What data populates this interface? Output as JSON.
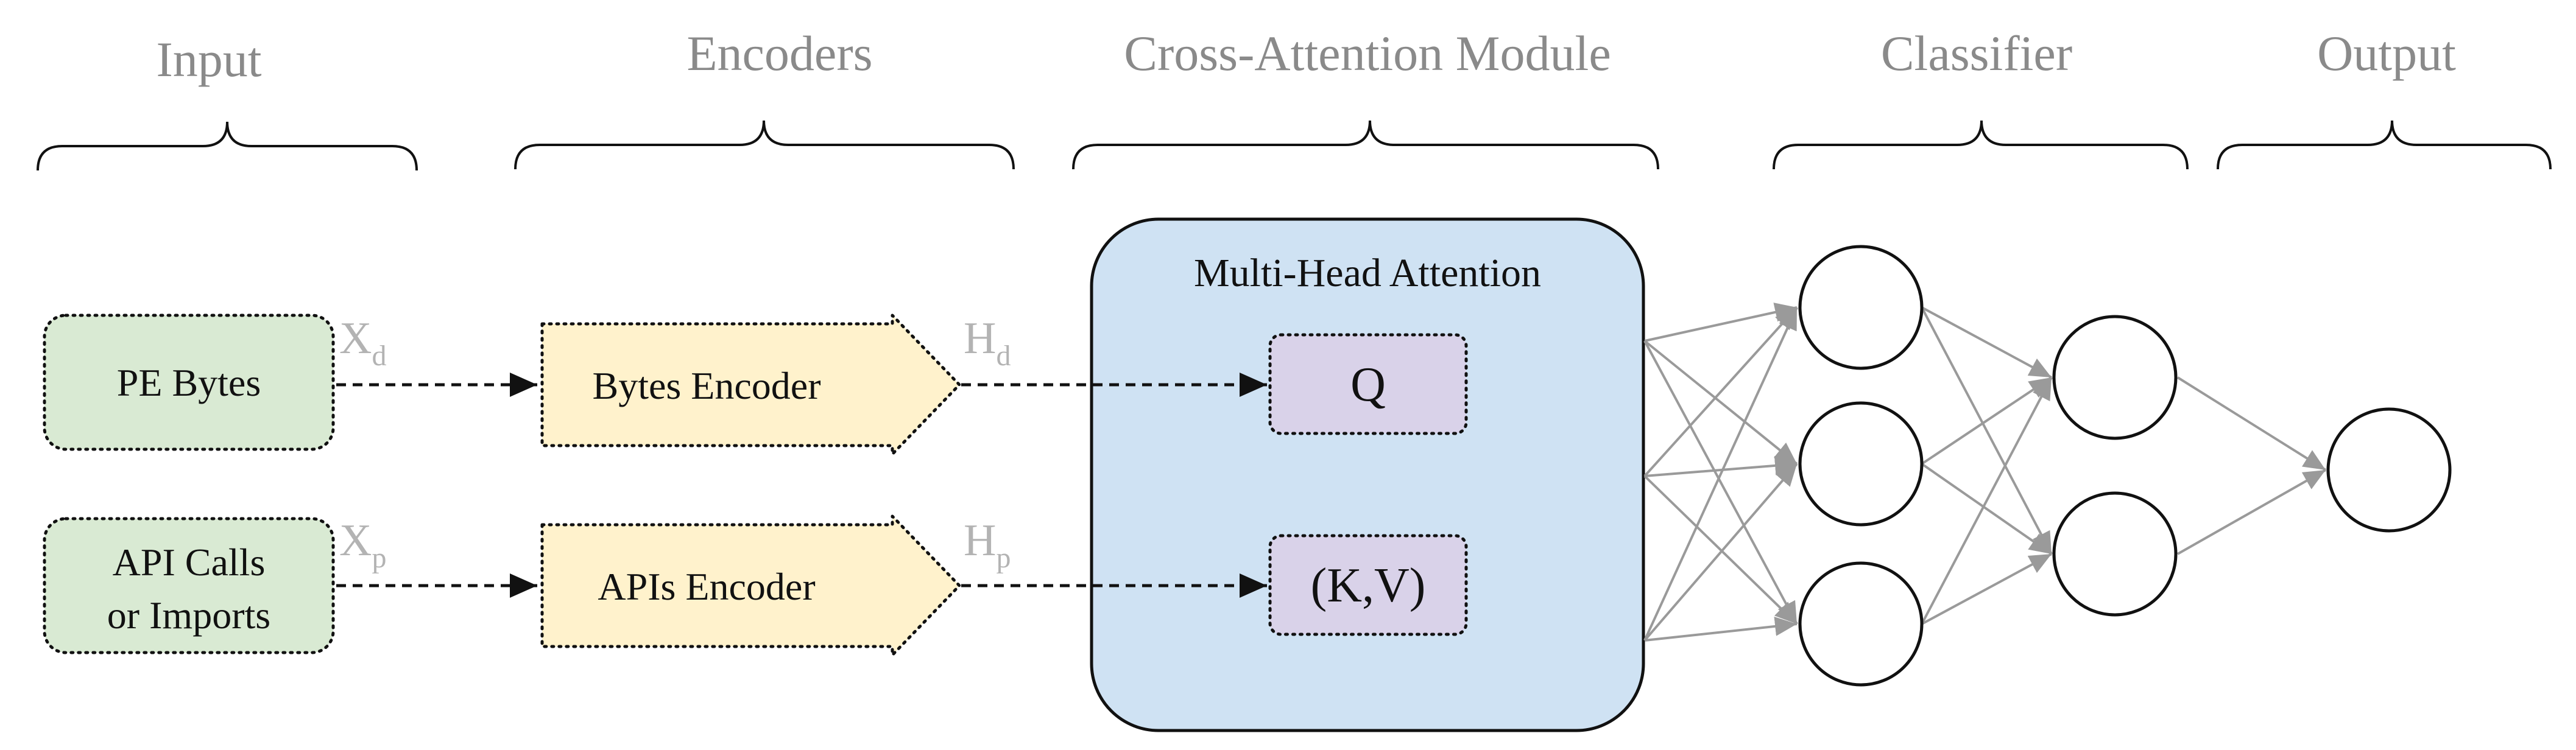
{
  "headers": {
    "input": "Input",
    "encoders": "Encoders",
    "cross_attention": "Cross-Attention Module",
    "classifier": "Classifier",
    "output": "Output"
  },
  "inputs": {
    "pe_bytes": "PE Bytes",
    "api_line1": "API Calls",
    "api_line2": "or Imports"
  },
  "input_vars": {
    "xd_main": "X",
    "xd_sub": "d",
    "xp_main": "X",
    "xp_sub": "p"
  },
  "encoders": {
    "bytes": "Bytes Encoder",
    "apis": "APIs Encoder"
  },
  "encoder_vars": {
    "hd_main": "H",
    "hd_sub": "d",
    "hp_main": "H",
    "hp_sub": "p"
  },
  "attention": {
    "title": "Multi-Head Attention",
    "query": "Q",
    "key_value": "(K,V)"
  },
  "colors": {
    "input_fill": "#d9ead3",
    "encoder_fill": "#fff2cc",
    "attention_fill": "#cfe2f3",
    "qkv_fill": "#d9d2e9",
    "header_text": "#8a8a8a",
    "variable_text": "#b3b3b3",
    "connection_line": "#9a9a9a"
  }
}
